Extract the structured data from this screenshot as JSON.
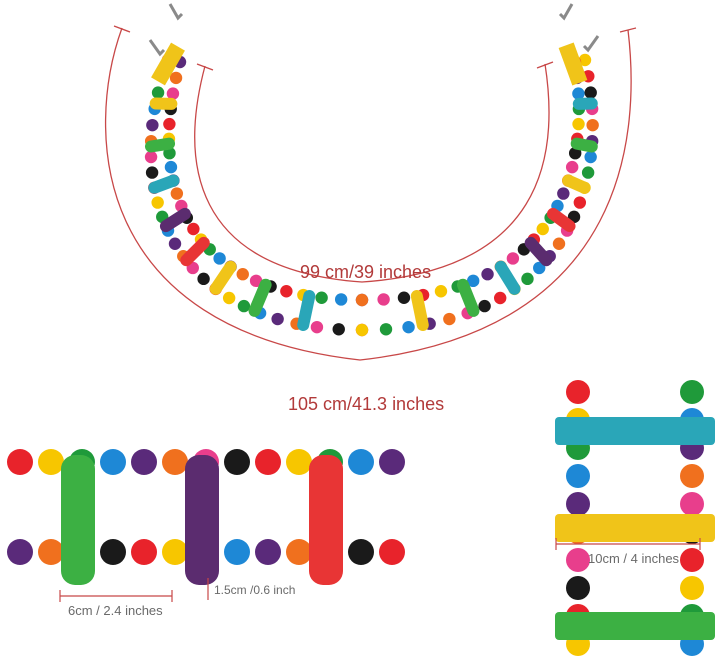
{
  "labels": {
    "inner_length": "99 cm/39 inches",
    "outer_length": "105 cm/41.3 inches",
    "rung_width": "6cm / 2.4 inches",
    "rung_diameter": "1.5cm /0.6 inch",
    "rung_spacing": "10cm / 4 inches"
  },
  "colors": {
    "dimension_line": "#c84848",
    "bead_palette": [
      "#e8232b",
      "#f7c600",
      "#1f9a3a",
      "#1e88d6",
      "#5a2a7a",
      "#f0701e",
      "#e83e8c",
      "#1a1a1a"
    ],
    "rung_palette": [
      "#e83535",
      "#f0c419",
      "#3cb043",
      "#2aa6b8",
      "#5b2c6f"
    ]
  }
}
